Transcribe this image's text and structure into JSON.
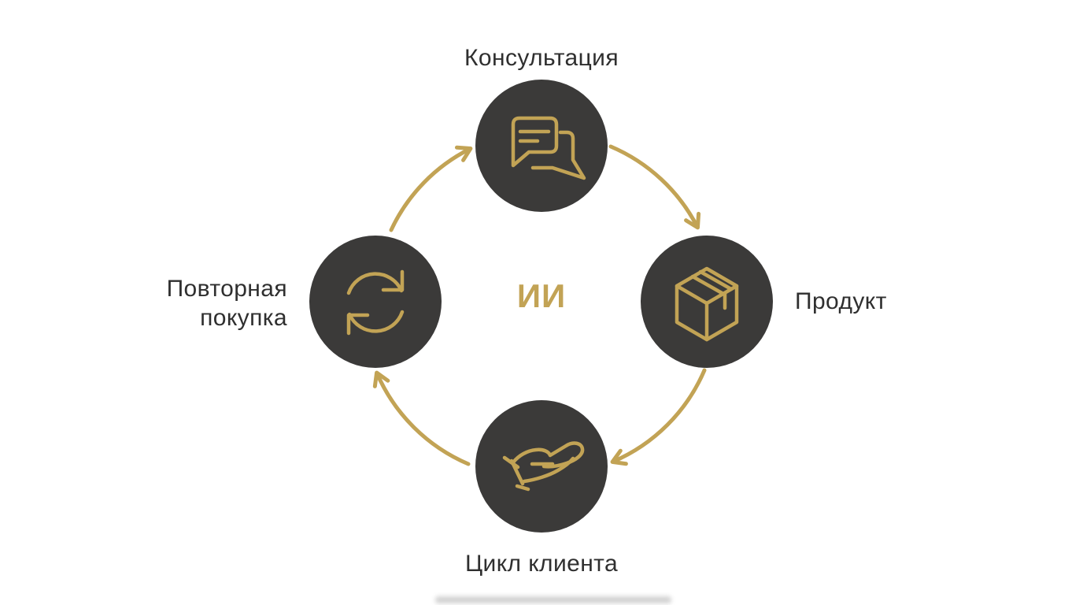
{
  "diagram": {
    "center_label": "ИИ",
    "flow_direction": "clockwise",
    "nodes": [
      {
        "id": "consultation",
        "label": "Консультация",
        "icon": "chat-bubbles-icon"
      },
      {
        "id": "product",
        "label": "Продукт",
        "icon": "package-box-icon"
      },
      {
        "id": "client-cycle",
        "label": "Цикл клиента",
        "icon": "giving-hand-icon"
      },
      {
        "id": "repeat-purchase",
        "label": "Повторная\nпокупка",
        "icon": "refresh-arrows-icon"
      }
    ]
  },
  "colors": {
    "gold": "#C2A355",
    "node_fill": "#3B3A39",
    "label_text": "#2F2F2F",
    "background": "#FFFFFF"
  }
}
